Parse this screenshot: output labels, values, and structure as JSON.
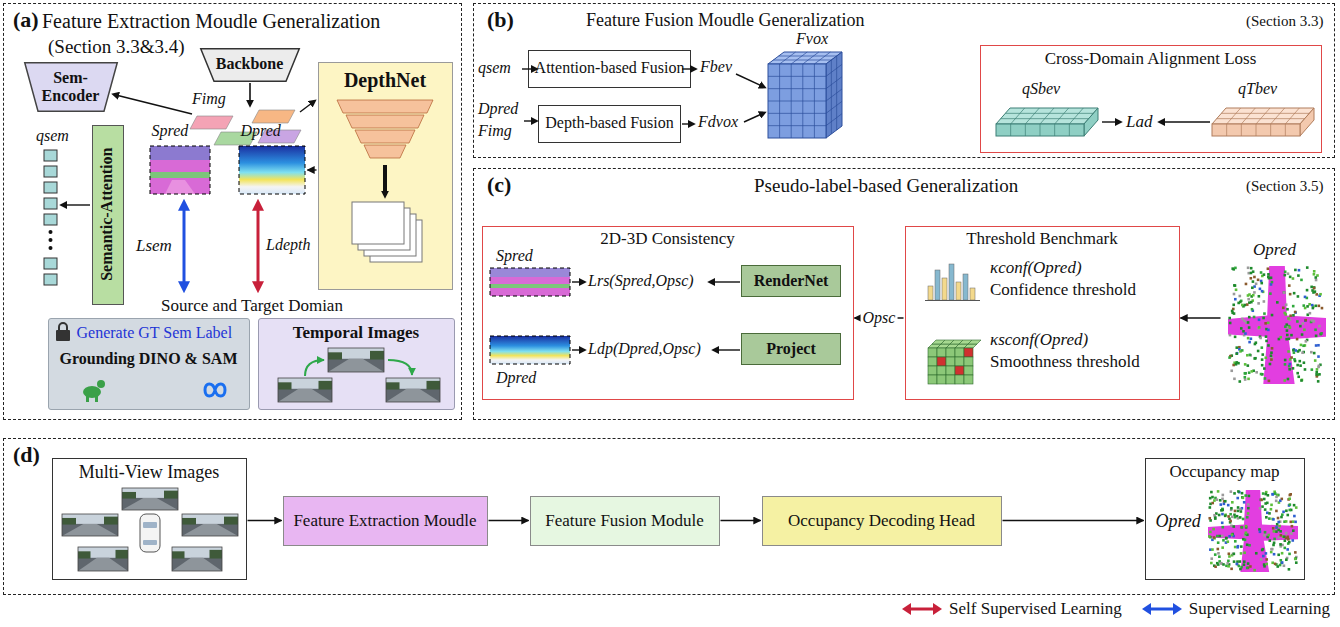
{
  "diagram": {
    "nodes": [
      {
        "text": [
          "(a)",
          "Feature Extraction Moudle Generalization",
          "(Section 3.3&3.4)"
        ]
      },
      {
        "text": [
          "Backbone"
        ],
        "in": 0
      },
      {
        "text": [
          "Sem- Encoder"
        ],
        "in": 0
      },
      {
        "text": [
          "DepthNet"
        ],
        "in": 0
      },
      {
        "text": [
          "Spred"
        ],
        "in": 0
      },
      {
        "text": [
          "Dpred"
        ],
        "in": 0
      },
      {
        "text": [
          "Semantic-Attention"
        ],
        "in": 0
      },
      {
        "text": [
          "Generate GT Sem Label",
          "Grounding DINO & SAM"
        ],
        "in": 0
      },
      {
        "text": [
          "Temporal Images"
        ],
        "in": 0
      },
      {
        "text": [
          "(b)",
          "Feature Fusion Moudle Generalization",
          "(Section 3.3)"
        ]
      },
      {
        "text": [
          "Attention-based Fusion"
        ],
        "in": 9
      },
      {
        "text": [
          "Depth-based Fusion"
        ],
        "in": 9
      },
      {
        "text": [
          "Cross-Domain Alignment Loss"
        ],
        "in": 9
      },
      {
        "text": [
          "(c)",
          "Pseudo-label-based Generalization",
          "(Section 3.5)"
        ]
      },
      {
        "text": [
          "2D-3D Consistency"
        ],
        "in": 13
      },
      {
        "text": [
          "RenderNet"
        ],
        "in": 14
      },
      {
        "text": [
          "Project"
        ],
        "in": 14
      },
      {
        "text": [
          "Threshold Benchmark"
        ],
        "in": 13
      },
      {
        "text": [
          "Opred"
        ],
        "in": 13
      },
      {
        "text": [
          "(d)"
        ]
      },
      {
        "text": [
          "Multi-View Images"
        ],
        "in": 19
      },
      {
        "text": [
          "Feature Extraction Moudle"
        ],
        "in": 19
      },
      {
        "text": [
          "Feature Fusion Module"
        ],
        "in": 19
      },
      {
        "text": [
          "Occupancy Decoding Head"
        ],
        "in": 19
      },
      {
        "text": [
          "Occupancy map",
          "Opred"
        ],
        "in": 19
      }
    ],
    "edges": [
      {
        "from": 3,
        "to": 5,
        "arrow": "to"
      },
      {
        "from": 18,
        "to": 17,
        "arrow": "to"
      },
      {
        "from": 17,
        "to": 14,
        "label": "Opsc",
        "arrow": "to"
      },
      {
        "from": 20,
        "to": 21,
        "arrow": "to"
      },
      {
        "from": 21,
        "to": 22,
        "arrow": "to"
      },
      {
        "from": 22,
        "to": 23,
        "arrow": "to"
      },
      {
        "from": 23,
        "to": 24,
        "arrow": "to"
      }
    ],
    "labels": [
      "Fimg",
      "qsem",
      "Lsem",
      "Ldepth",
      "Source and Target Domian",
      "qsem",
      "Dpred",
      "Fimg",
      "Fbev",
      "Fdvox",
      "Fvox",
      "qSbev",
      "Lad",
      "qTbev",
      "Spred",
      "Dpred",
      "Lrs(Spred,Opsc)",
      "Ldp(Dpred,Opsc)",
      "κconf(Opred)",
      "Confidence threshold",
      "κsconf(Opred)",
      "Smoothness threshold"
    ],
    "legend": [
      {
        "text": "Self Supervised Learning"
      },
      {
        "text": "Supervised Learning"
      }
    ]
  }
}
